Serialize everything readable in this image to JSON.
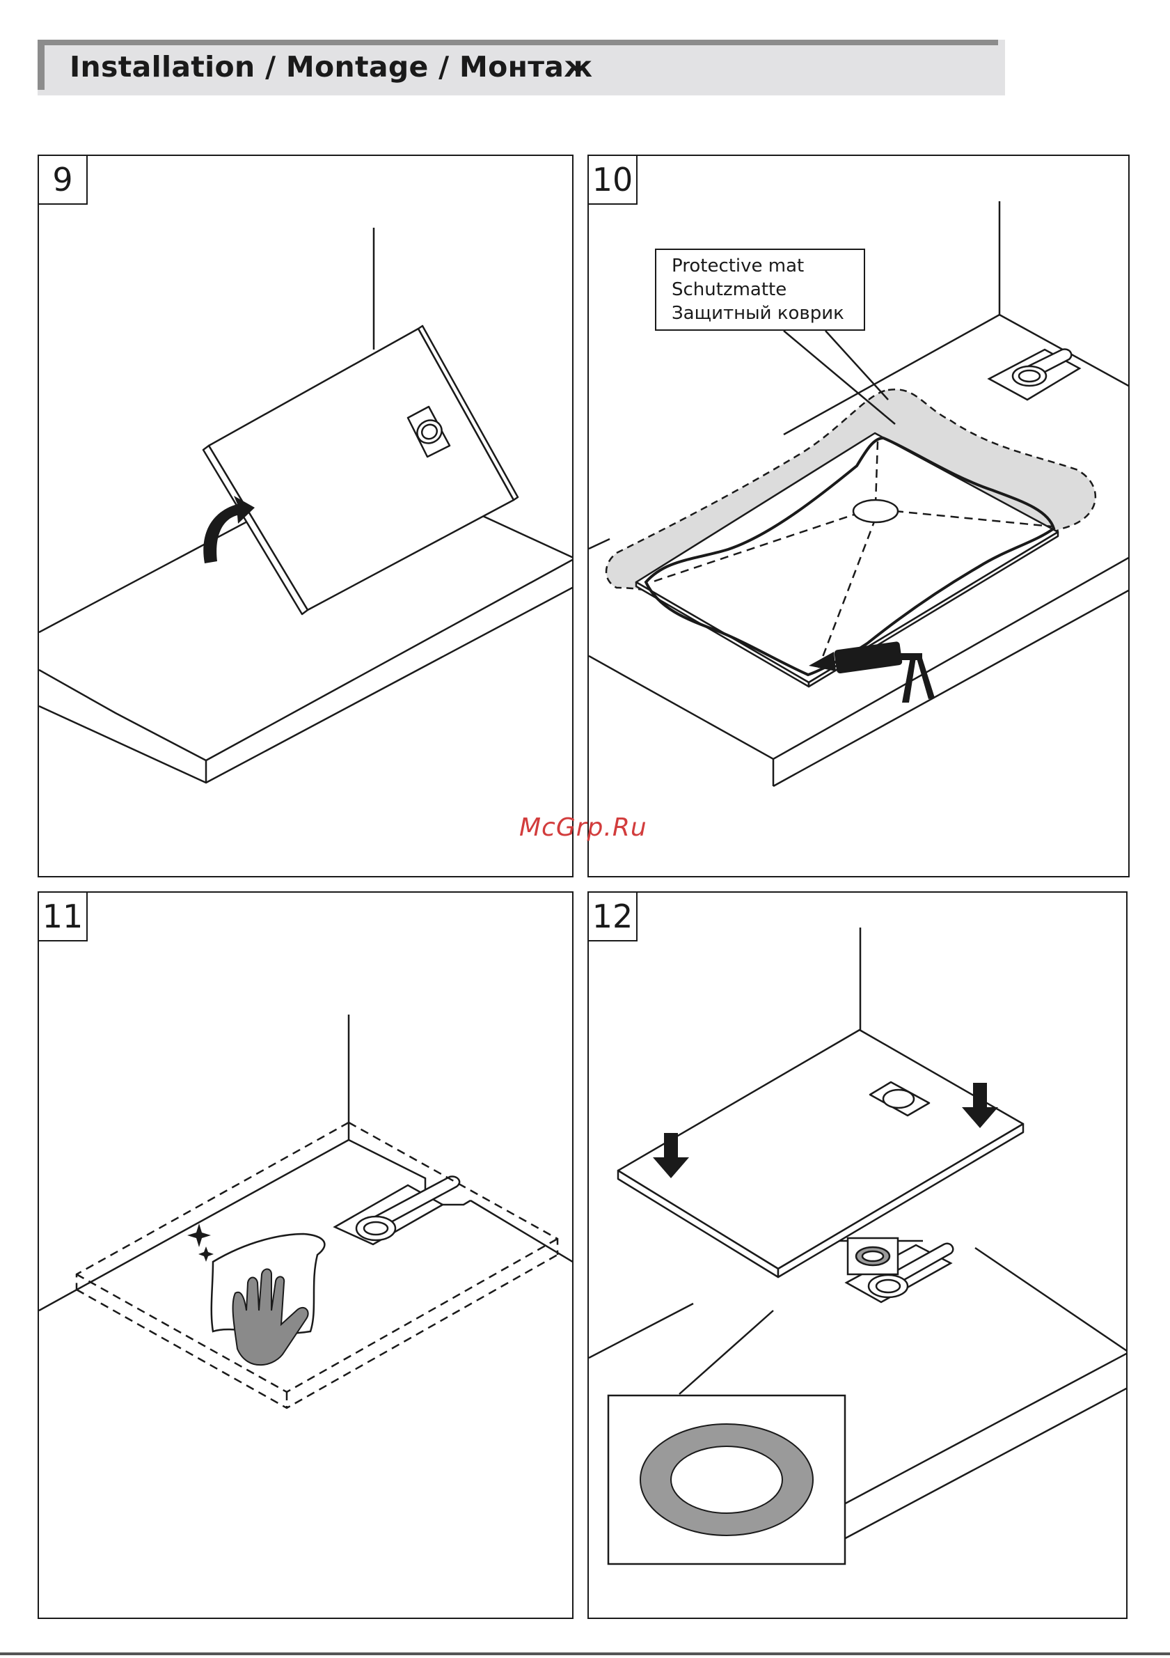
{
  "header": {
    "title": "Installation / Montage / Монтаж"
  },
  "steps": [
    {
      "number": "9"
    },
    {
      "number": "10"
    },
    {
      "number": "11"
    },
    {
      "number": "12"
    }
  ],
  "step10": {
    "label_lines": [
      "Protective mat",
      "Schutzmatte",
      "Защитный коврик"
    ]
  },
  "watermark": "McGrp.Ru",
  "colors": {
    "header_band": "#e2e2e4",
    "header_accent": "#8c8c8c",
    "line": "#1a1a1a",
    "mat_fill": "#dcdcdc",
    "glove_fill": "#8a8a8a",
    "gasket_fill": "#9a9a9a",
    "watermark": "#d23c3c"
  },
  "icons": [
    "rotate-arrow-icon",
    "sealant-gun-icon",
    "cleaning-hand-icon",
    "sparkle-icon",
    "down-arrow-icon",
    "drain-trap-icon",
    "gasket-ring-icon"
  ]
}
